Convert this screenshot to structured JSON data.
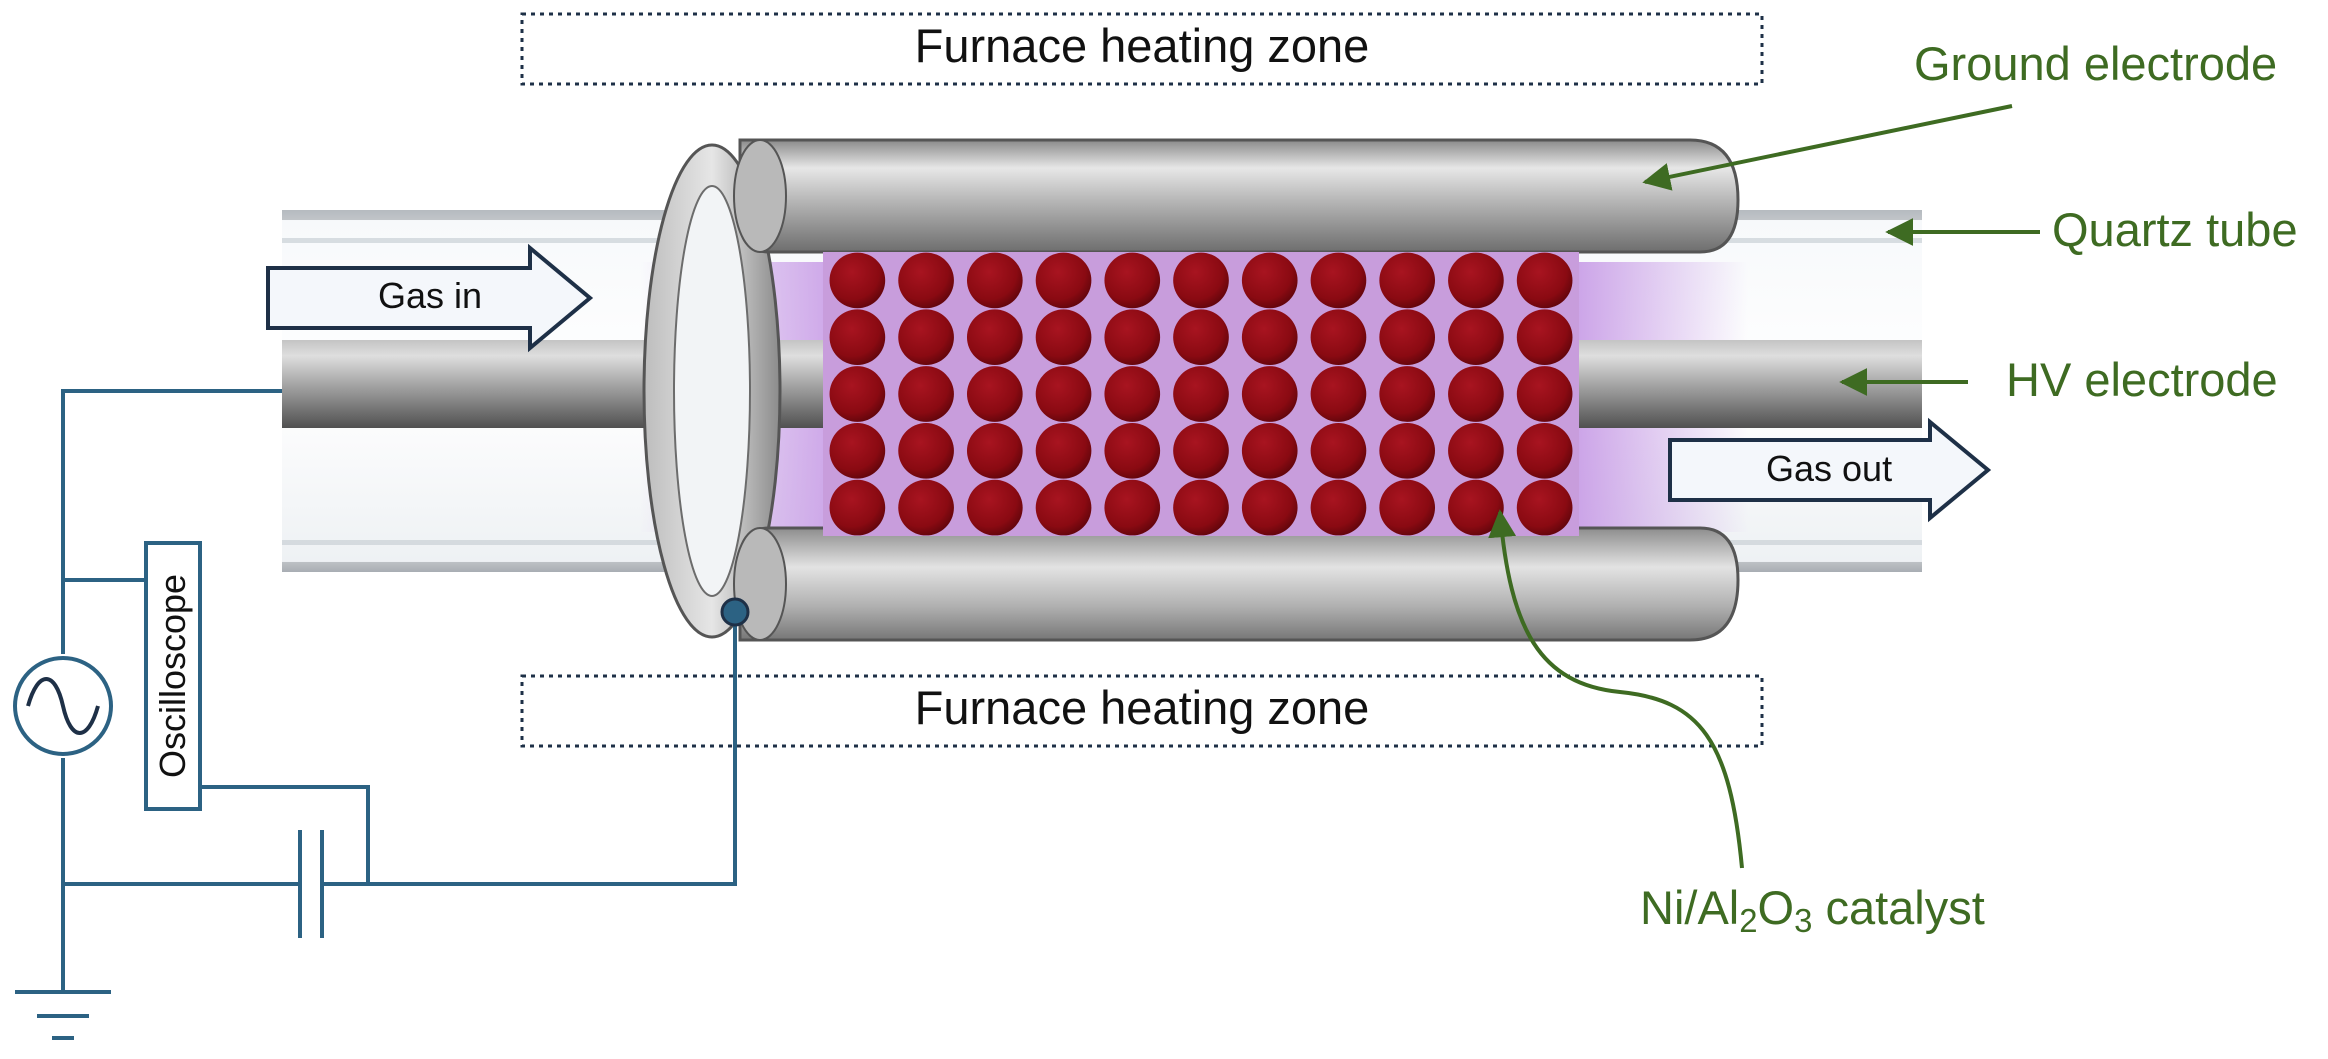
{
  "labels": {
    "furnace_top": "Furnace heating zone",
    "furnace_bottom": "Furnace heating zone",
    "ground_electrode": "Ground electrode",
    "quartz_tube": "Quartz tube",
    "hv_electrode": "HV electrode",
    "gas_in": "Gas in",
    "gas_out": "Gas out",
    "oscilloscope": "Oscilloscope",
    "catalyst": {
      "prefix": "Ni/Al",
      "sub1": "2",
      "mid": "O",
      "sub2": "3",
      "suffix": " catalyst"
    }
  },
  "colors": {
    "callout": "#3e6b22",
    "circuit": "#2c6283",
    "bead": "#8a0a12",
    "plasma": "#c79be6",
    "furnace_border": "#1e3047"
  },
  "catalyst_grid": {
    "columns": 11,
    "rows": 5
  }
}
